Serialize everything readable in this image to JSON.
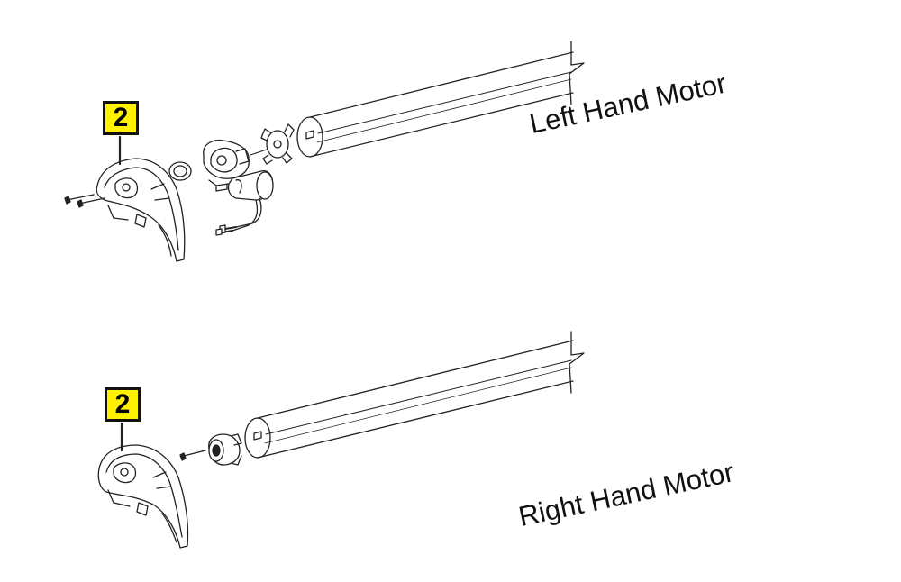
{
  "diagram": {
    "left_assembly": {
      "label": "Left Hand Motor",
      "callout_number": "2"
    },
    "right_assembly": {
      "label": "Right Hand Motor",
      "callout_number": "2"
    },
    "colors": {
      "callout_fill": "#fff200",
      "line": "#222222"
    }
  }
}
